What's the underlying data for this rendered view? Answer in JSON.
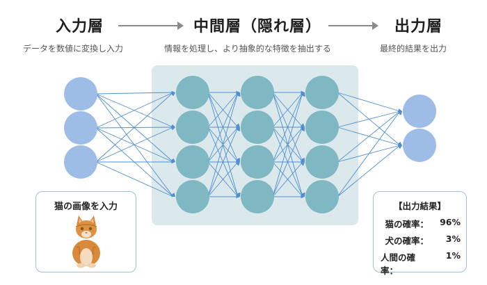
{
  "headers": {
    "input_title": "入力層",
    "input_sub": "データを数値に変換し入力",
    "hidden_title": "中間層（隠れ層）",
    "hidden_sub": "情報を処理し、より抽象的な特徴を抽出する",
    "output_title": "出力層",
    "output_sub": "最終的結果を出力"
  },
  "input_box": {
    "caption": "猫の画像を入力"
  },
  "result_box": {
    "caption": "【出力結果】",
    "rows": [
      {
        "label": "猫の確率：",
        "value": "96%"
      },
      {
        "label": "犬の確率：",
        "value": "3%"
      },
      {
        "label": "人間の確率：",
        "value": "1%"
      }
    ]
  },
  "network": {
    "layer_sizes": [
      3,
      4,
      4,
      4,
      2
    ]
  },
  "colors": {
    "input_node": "#9dbde6",
    "hidden_node": "#7fb8c2",
    "output_node": "#9dbde6",
    "edge": "#4f8fd0",
    "hidden_panel": "#dbe9ec",
    "box_border": "#9cc1d3"
  }
}
